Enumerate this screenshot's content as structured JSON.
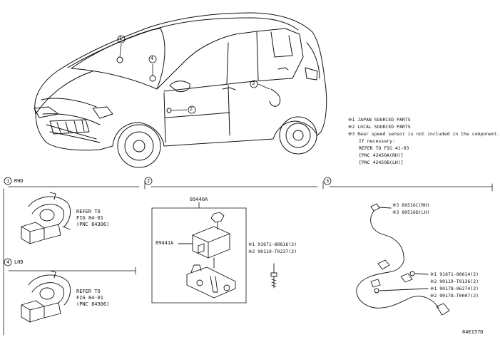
{
  "notes": {
    "note1": "※1 JAPAN SOURCED PARTS",
    "note2": "※2 LOCAL SOURCED PARTS",
    "note3": "※3 Rear speed sensor is not included in the component.",
    "note3_line2": "If necessary:",
    "note3_line3": "REFER TO FIG 41-03",
    "note3_line4": "[PNC 42450A(RH)]",
    "note3_line5": "[PNC 42450B(LH)]"
  },
  "callouts": [
    "1",
    "2",
    "3",
    "4"
  ],
  "section1": {
    "number": "1",
    "side": "RHD",
    "ref_line1": "REFER TO",
    "ref_line2": "FIG 84-01",
    "ref_line3": "(PNC 84306)"
  },
  "section4": {
    "number": "4",
    "side": "LHD",
    "ref_line1": "REFER TO",
    "ref_line2": "FIG 84-01",
    "ref_line3": "(PNC 84306)"
  },
  "section2": {
    "number": "2",
    "assembly_part": "89440A",
    "sensor_part": "89441A",
    "bolt1": "※1 91671-80816(2)",
    "bolt2": "※2 90119-T0237(2)"
  },
  "section3": {
    "number": "3",
    "sensor_rh": "※3 89516C(RH)",
    "sensor_lh": "※3 89516D(LH)",
    "bolt1": "※1 91671-80614(2)",
    "bolt2": "※2 90119-T0136(2)",
    "clip1": "※1 90178-06274(2)",
    "clip2": "※2 90178-T0007(2)"
  },
  "figure_id": "84E157D"
}
